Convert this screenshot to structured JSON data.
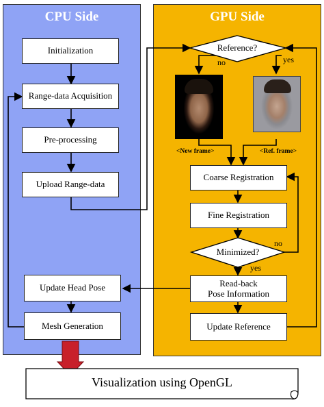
{
  "cpu": {
    "title": "CPU Side",
    "color": "#8fa3f5",
    "steps": {
      "init": "Initialization",
      "acq": "Range-data Acquisition",
      "pre": "Pre-processing",
      "upload": "Upload Range-data",
      "pose": "Update Head Pose",
      "mesh": "Mesh Generation"
    }
  },
  "gpu": {
    "title": "GPU Side",
    "color": "#f5b400",
    "decision_ref": "Reference?",
    "decision_ref_no": "no",
    "decision_ref_yes": "yes",
    "new_frame": "<New frame>",
    "ref_frame": "<Ref. frame>",
    "steps": {
      "coarse": "Coarse Registration",
      "fine": "Fine Registration",
      "readback_l1": "Read-back",
      "readback_l2": "Pose Information",
      "update_ref": "Update Reference"
    },
    "decision_min": "Minimized?",
    "decision_min_no": "no",
    "decision_min_yes": "yes"
  },
  "output": {
    "label": "Visualization using OpenGL"
  }
}
